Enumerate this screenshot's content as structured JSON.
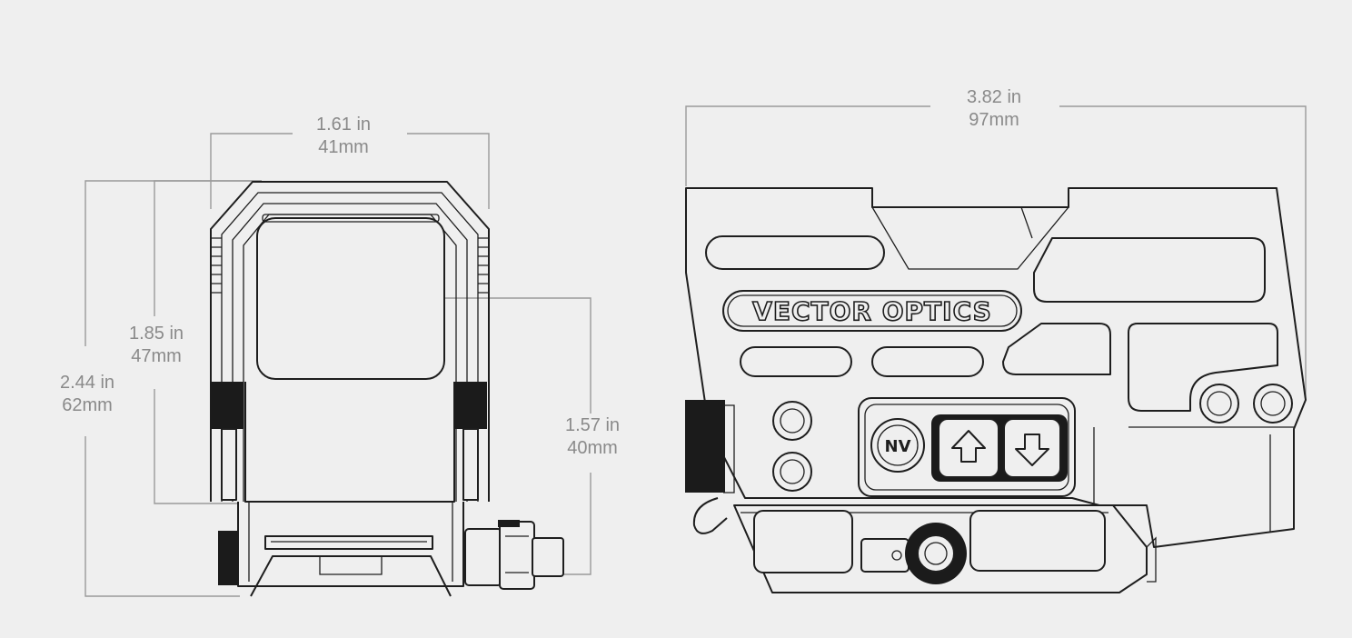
{
  "front_view": {
    "width_in": "1.61 in",
    "width_mm": "41mm",
    "window_height_in": "1.85 in",
    "window_height_mm": "47mm",
    "total_height_in": "2.44 in",
    "total_height_mm": "62mm",
    "optical_center_in": "1.57 in",
    "optical_center_mm": "40mm"
  },
  "side_view": {
    "length_in": "3.82 in",
    "length_mm": "97mm",
    "brand_logo": "VECTOR OPTICS",
    "nv_button": "NV",
    "up_button_icon": "arrow-up-icon",
    "down_button_icon": "arrow-down-icon"
  },
  "colors": {
    "background": "#efefef",
    "line": "#1e1e1e",
    "dimension": "#8a8a8a"
  }
}
